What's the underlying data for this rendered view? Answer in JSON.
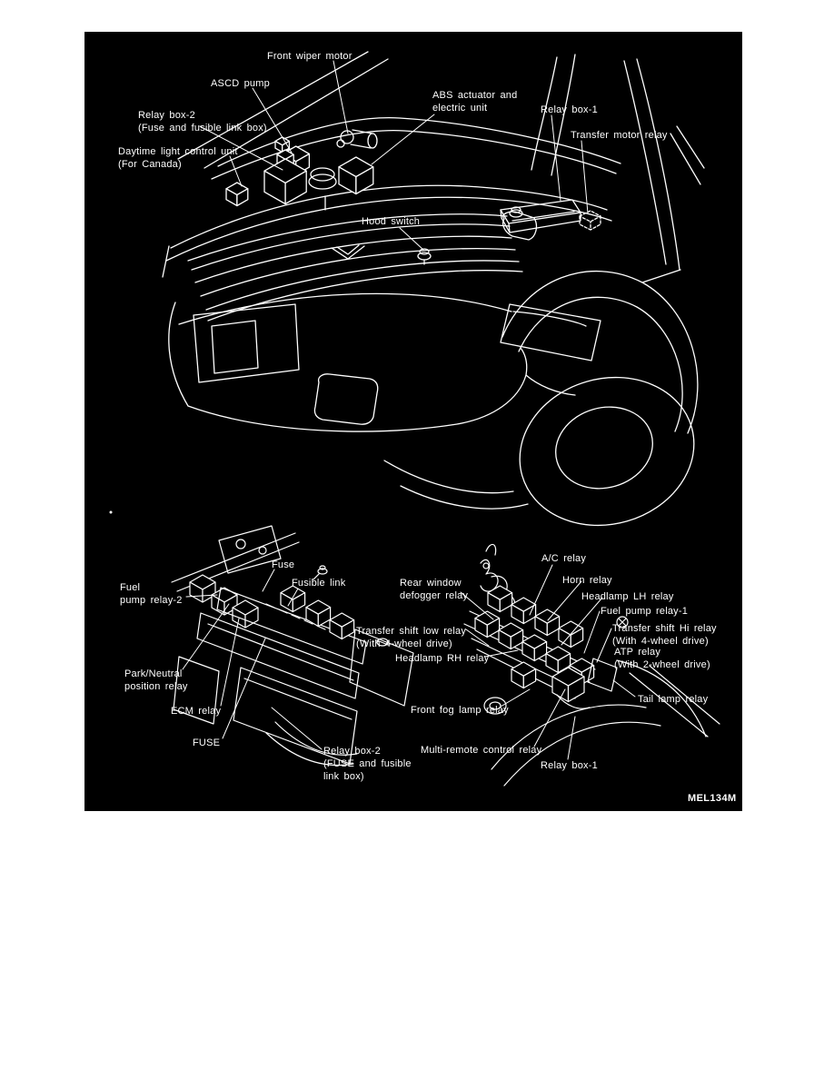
{
  "figure": {
    "code": "MEL134M",
    "background_color": "#000000",
    "line_color": "#ffffff"
  },
  "overview": {
    "labels": {
      "front_wiper_motor": "Front wiper motor",
      "ascd_pump": "ASCD pump",
      "abs_actuator": "ABS actuator and\nelectric unit",
      "relay_box_1": "Relay box-1",
      "transfer_motor_relay": "Transfer motor relay",
      "relay_box_2": "Relay box-2\n(Fuse and fusible link box)",
      "daytime_light_control_unit": "Daytime light control unit\n(For Canada)",
      "hood_switch": "Hood switch"
    }
  },
  "relay_box_2_detail": {
    "labels": {
      "fuse": "Fuse",
      "fusible_link": "Fusible link",
      "fuel_pump_relay_2": "Fuel\npump relay-2",
      "park_neutral_position_relay": "Park/Neutral\nposition relay",
      "ecm_relay": "ECM relay",
      "fuse_caps": "FUSE",
      "relay_box_2": "Relay box-2\n(FUSE and fusible\nlink box)"
    }
  },
  "relay_box_1_detail": {
    "labels": {
      "ac_relay": "A/C relay",
      "horn_relay": "Horn relay",
      "rear_window_defogger_relay": "Rear window\ndefogger relay",
      "headlamp_lh_relay": "Headlamp LH relay",
      "fuel_pump_relay_1": "Fuel pump relay-1",
      "transfer_shift_hi_relay": "Transfer shift Hi relay\n(With 4-wheel drive)",
      "atp_relay": "ATP relay\n(With 2-wheel drive)",
      "transfer_shift_low_relay": "Transfer shift low relay\n(With 4-wheel drive)",
      "headlamp_rh_relay": "Headlamp RH relay",
      "tail_lamp_relay": "Tail lamp relay",
      "front_fog_lamp_relay": "Front fog lamp relay",
      "multi_remote_control_relay": "Multi-remote control relay",
      "relay_box_1": "Relay box-1"
    }
  }
}
